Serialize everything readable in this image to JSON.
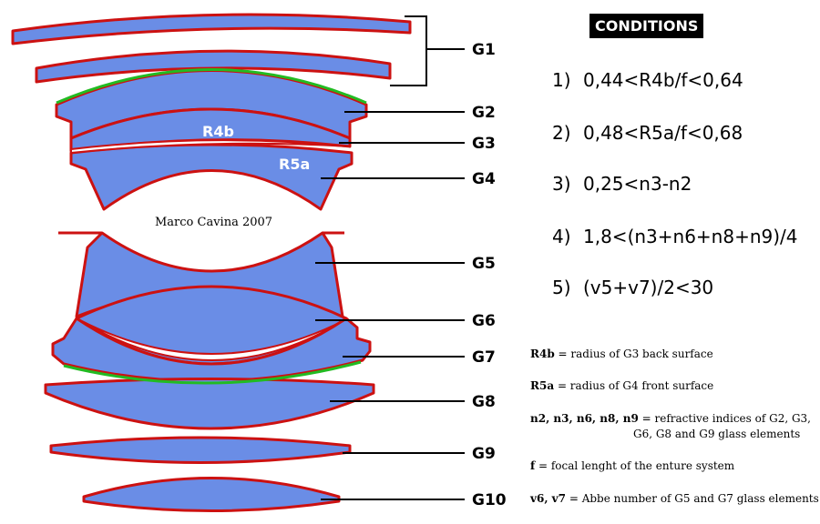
{
  "groups": [
    "G1",
    "G2",
    "G3",
    "G4",
    "G5",
    "G6",
    "G7",
    "G8",
    "G9",
    "G10"
  ],
  "inner_labels": {
    "r4b": "R4b",
    "r5a": "R5a"
  },
  "credit": "Marco Cavina 2007",
  "conditions": {
    "title": "CONDITIONS",
    "items": [
      {
        "num": "1)",
        "text": "0,44<R4b/f<0,64"
      },
      {
        "num": "2)",
        "text": "0,48<R5a/f<0,68"
      },
      {
        "num": "3)",
        "text": "0,25<n3-n2"
      },
      {
        "num": "4)",
        "text": "1,8<(n3+n6+n8+n9)/4"
      },
      {
        "num": "5)",
        "text": "(v5+v7)/2<30"
      }
    ]
  },
  "notes": [
    {
      "term": "R4b",
      "desc": "= radius of G3 back surface"
    },
    {
      "term": "R5a",
      "desc": "= radius of G4 front surface"
    },
    {
      "term": "n2, n3, n6, n8, n9",
      "desc": "= refractive indices of G2, G3,",
      "cont": "G6, G8 and G9 glass elements"
    },
    {
      "term": "f",
      "desc": "= focal lenght of the enture system"
    },
    {
      "term": "v6, v7",
      "desc": "= Abbe number of G5 and G7 glass elements"
    }
  ],
  "colors": {
    "glass": "#6a8de6",
    "edge": "#cc1111",
    "coating": "#22bb22",
    "line": "#000000"
  }
}
